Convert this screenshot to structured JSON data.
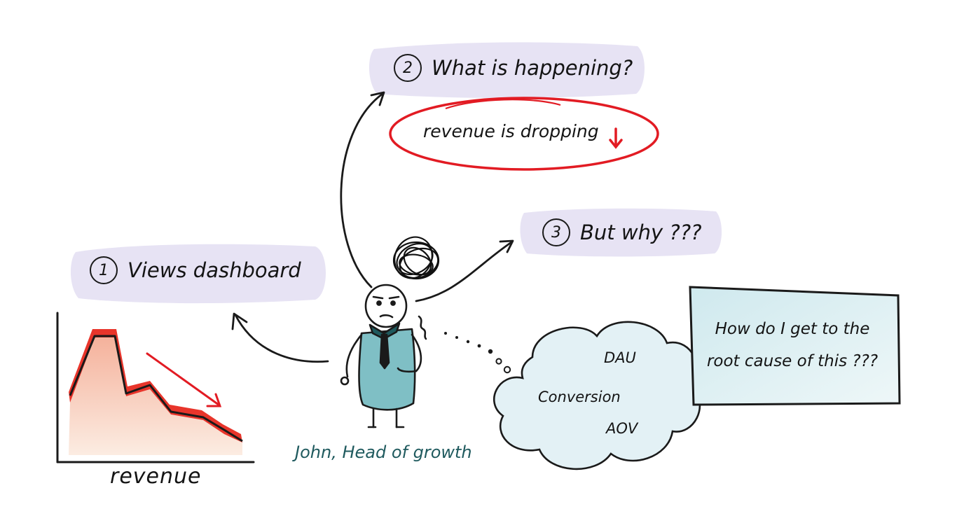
{
  "steps": [
    {
      "number": "1",
      "text": "Views dashboard"
    },
    {
      "number": "2",
      "text": "What is happening?"
    },
    {
      "number": "3",
      "text": "But why ???"
    }
  ],
  "finding": "revenue is dropping",
  "chart": {
    "label": "revenue"
  },
  "person": {
    "caption": "John, Head of growth"
  },
  "question": "How do I get to the root cause of this ???",
  "metrics": [
    "DAU",
    "Conversion",
    "AOV"
  ],
  "colors": {
    "highlight": "#e7e3f4",
    "alert": "#e21b23",
    "shirt": "#7fbfc5",
    "cloud": "#e3f1f5",
    "note": "#d4ecef",
    "caption": "#1f5a5e"
  }
}
